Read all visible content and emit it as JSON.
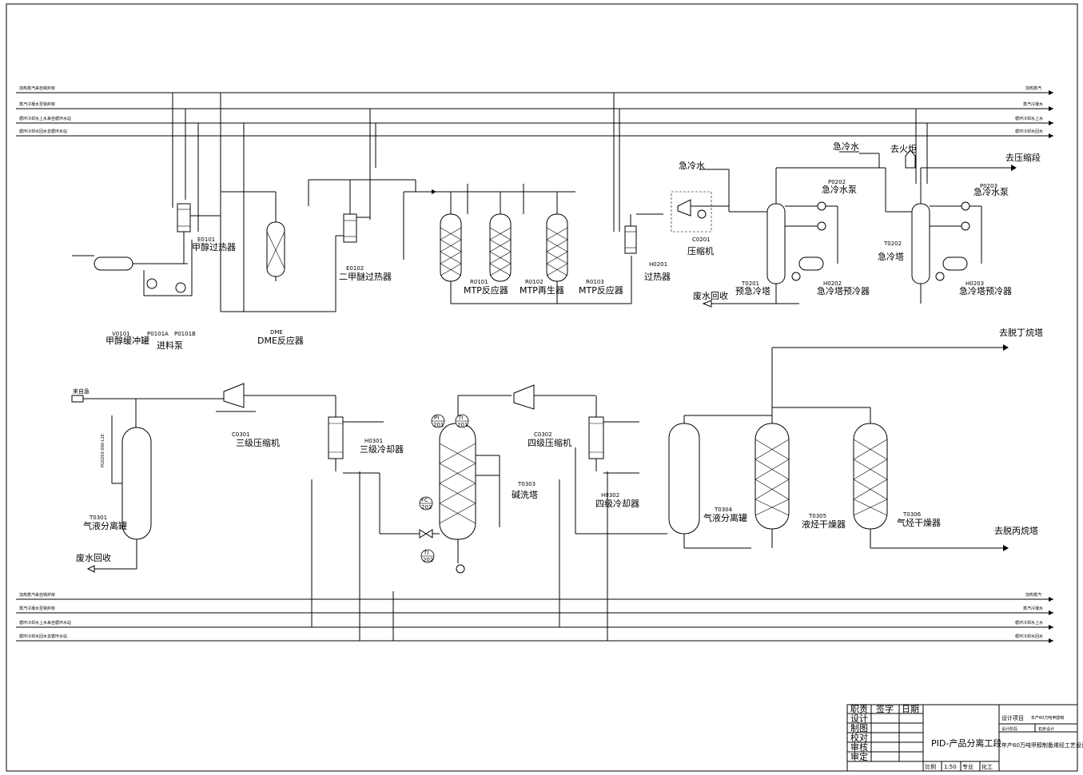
{
  "utility_lines": [
    {
      "left": "加热蒸汽来自锅炉房",
      "right": "加热蒸汽"
    },
    {
      "left": "蒸汽冷凝水至锅炉房",
      "right": "蒸汽冷凝水"
    },
    {
      "left": "循环冷却水上水来自循环水站",
      "right": "循环冷却水上水"
    },
    {
      "left": "循环冷却水回水去循环水站",
      "right": "循环冷却水回水"
    }
  ],
  "section1": {
    "equipment": {
      "e0101_tag": "E0101",
      "e0101_name": "甲醇过热器",
      "v0101_tag": "V0101",
      "v0101_name": "甲醇缓冲罐",
      "p0101a_tag": "P0101A",
      "p0101b_tag": "P0101B",
      "p0101_name": "进料泵",
      "dme_tag": "DME",
      "dme_name": "DME反应器",
      "e0102_tag": "E0102",
      "e0102_name": "二甲醚过热器",
      "r0101_tag": "R0101",
      "r0101_name": "MTP反应器",
      "r0102_tag": "R0102",
      "r0102_name": "MTP再生器",
      "r0103_tag": "R0103",
      "r0103_name": "MTP反应器",
      "h0201_tag": "H0201",
      "h0201_name": "过热器",
      "c0201_tag": "C0201",
      "c0201_name": "压缩机",
      "t0201_tag": "T0201",
      "t0201_name": "预急冷塔",
      "p0202_tag": "P0202",
      "p0202_name": "急冷水泵",
      "h0202_tag": "H0202",
      "h0202_name": "急冷塔预冷器",
      "t0202_tag": "T0202",
      "t0202_name": "急冷塔",
      "p0203_tag": "P0203",
      "p0203_name": "急冷水泵",
      "h0203_tag": "H0203",
      "h0203_name": "急冷塔预冷器"
    },
    "labels": {
      "quench_water_1": "急冷水",
      "quench_water_2": "急冷水",
      "to_flare": "去火炬",
      "to_compress": "去压缩段",
      "waste_water": "废水回收"
    }
  },
  "section2": {
    "equipment": {
      "t0301_tag": "T0301",
      "t0301_name": "气液分离罐",
      "c0301_tag": "C0301",
      "c0301_name": "三级压缩机",
      "h0301_tag": "H0301",
      "h0301_name": "三级冷却器",
      "t0303_tag": "T0303",
      "t0303_name": "碱洗塔",
      "c0302_tag": "C0302",
      "c0302_name": "四级压缩机",
      "h0302_tag": "H0302",
      "h0302_name": "四级冷却器",
      "t0304_tag": "T0304",
      "t0304_name": "气液分离罐",
      "t0305_tag": "T0305",
      "t0305_name": "液烃干燥器",
      "t0306_tag": "T0306",
      "t0306_name": "气烃干燥器"
    },
    "labels": {
      "from_upstream": "来自急",
      "waste_water": "废水回收",
      "to_debutanizer": "去脱丁烷塔",
      "to_depropanizer": "去脱丙烷塔",
      "line_t0301": "PG0203-000-L1E"
    },
    "instruments": {
      "pi": "PI",
      "pi_no": "201",
      "ti1": "TI",
      "ti1_no": "201",
      "fc": "FC",
      "fc_no": "202",
      "ti2": "TI",
      "ti2_no": "202"
    }
  },
  "title_block": {
    "left_headers": [
      "职责",
      "签字",
      "日期"
    ],
    "roles": [
      "设计",
      "制图",
      "校对",
      "审核",
      "审定"
    ],
    "drawing_title": "PID-产品分离工段",
    "design_project_label": "设计项目",
    "design_project_value": "年产60万吨甲醇制",
    "design_stage_label": "设计阶段",
    "design_stage_value": "初步设计",
    "project_name": "年产60万吨甲醇制备烯烃工艺设计",
    "scale_label": "比例",
    "scale_value": "1:50",
    "major_label": "专业",
    "major_value": "化工"
  },
  "colors": {
    "line": "#000000",
    "background": "#ffffff"
  }
}
